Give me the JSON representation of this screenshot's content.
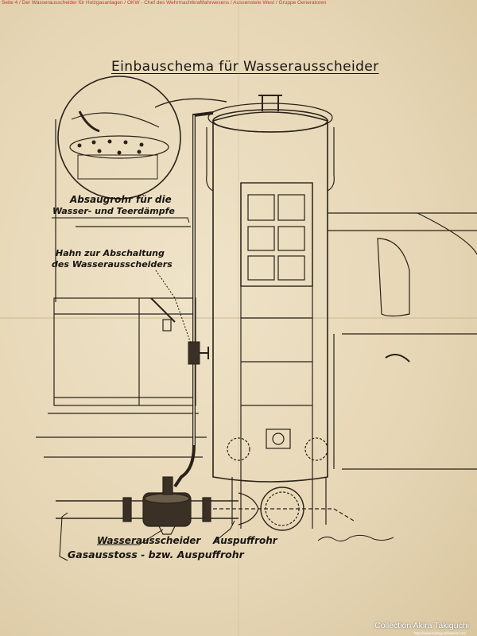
{
  "header_text": "Seite 4 / Der Wasserausscheider für Holzgasanlagen / OKW - Chef des Wehrmachtkraftfahrwesens / Aussenstele West / Gruppe Generatoren",
  "title": "Einbauschema für Wasserausscheider",
  "labels": {
    "absaug_line1": "Absaugrohr für die",
    "absaug_line2": "Wasser- und Teerdämpfe",
    "hahn_line1": "Hahn zur Abschaltung",
    "hahn_line2": "des Wasserausscheiders",
    "wasserausscheider": "Wasserausscheider",
    "gasausstoss": "Gasausstoss - bzw. Auspuffrohr",
    "auspuffrohr": "Auspuffrohr"
  },
  "watermark": {
    "collection": "Collection Akira Takiguchi",
    "url": "http://www.hobbyjunkiewest.com"
  }
}
